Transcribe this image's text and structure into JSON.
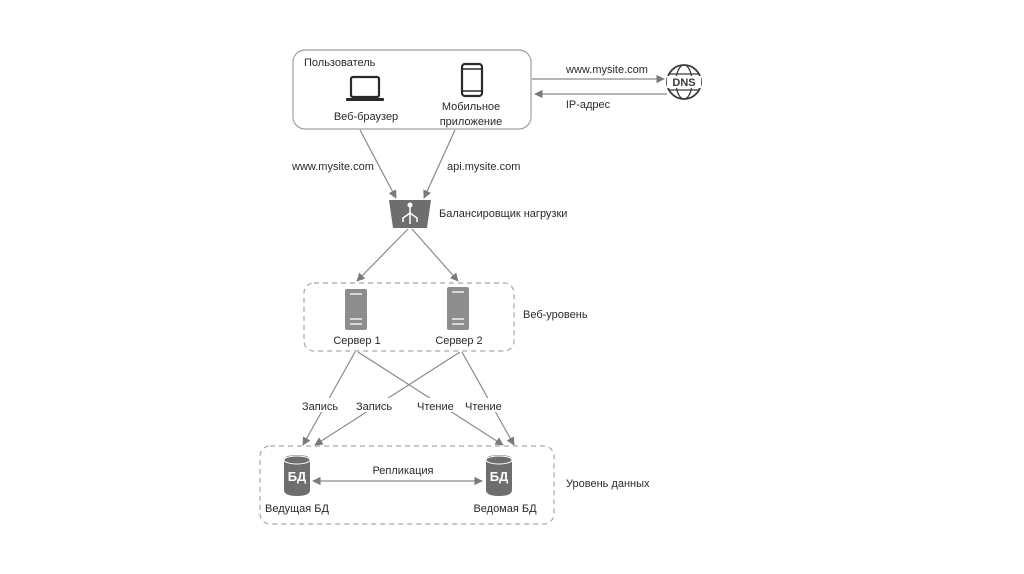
{
  "user_group": {
    "title": "Пользователь",
    "browser_label": "Веб-браузер",
    "mobile_label_line1": "Мобильное",
    "mobile_label_line2": "приложение"
  },
  "dns": {
    "icon_text": "DNS",
    "request_label": "www.mysite.com",
    "response_label": "IP-адрес"
  },
  "edges": {
    "web_domain": "www.mysite.com",
    "api_domain": "api.mysite.com",
    "write_1": "Запись",
    "write_2": "Запись",
    "read_1": "Чтение",
    "read_2": "Чтение",
    "replication": "Репликация"
  },
  "load_balancer": {
    "label": "Балансировщик нагрузки"
  },
  "web_tier": {
    "label": "Веб-уровень",
    "servers": [
      "Сервер 1",
      "Сервер 2"
    ]
  },
  "data_tier": {
    "label": "Уровень данных",
    "db_icon_text": "БД",
    "master_label": "Ведущая БД",
    "slave_label": "Ведомая БД"
  }
}
